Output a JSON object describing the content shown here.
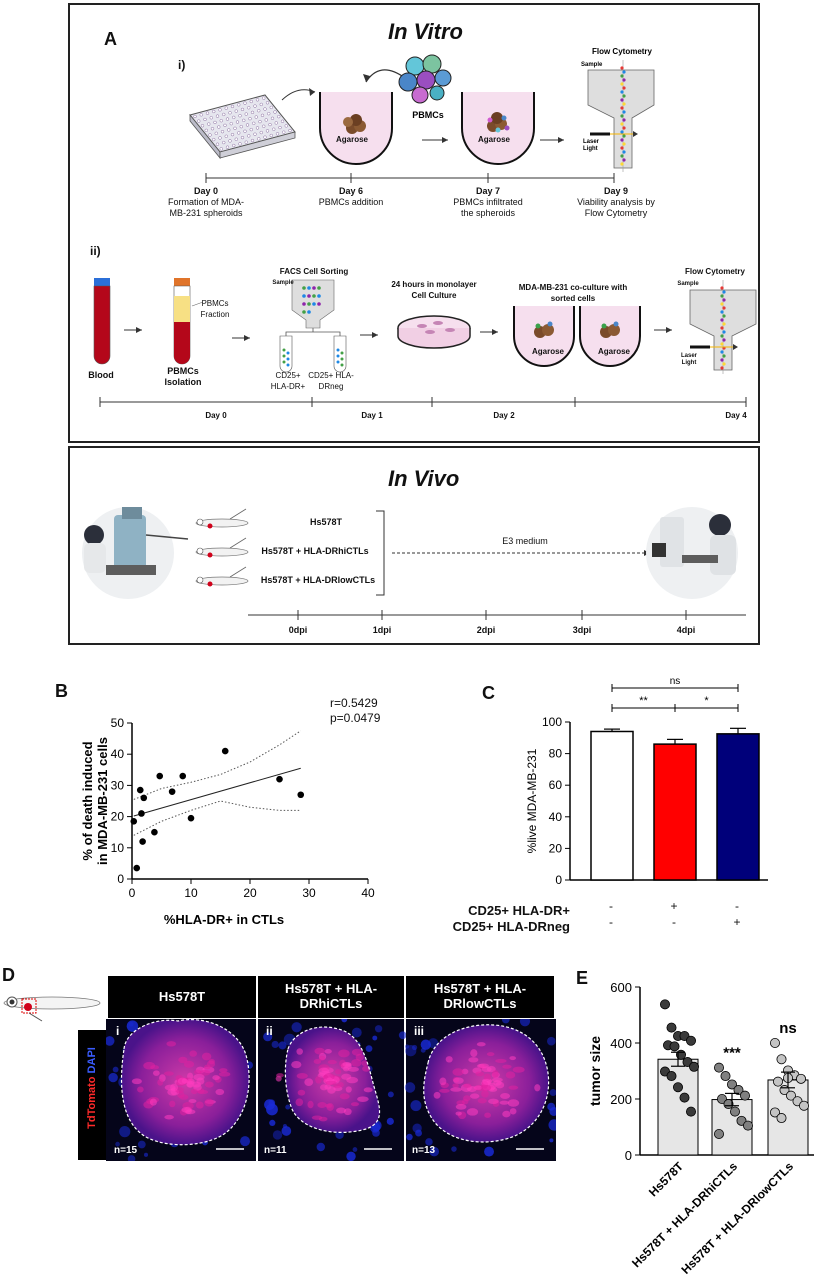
{
  "panelA": {
    "letter": "A",
    "in_vitro_title": "In Vitro",
    "row_i_label": "i)",
    "row_ii_label": "ii)",
    "pbmcs_label": "PBMCs",
    "agarose": "Agarose",
    "flow_cytometry": "Flow Cytometry",
    "sample": "Sample",
    "laser": "Laser",
    "light": "Light",
    "timeline_i": [
      {
        "day": "Day 0",
        "desc": "Formation of MDA-MB-231 spheroids"
      },
      {
        "day": "Day 6",
        "desc": "PBMCs addition"
      },
      {
        "day": "Day 7",
        "desc": "PBMCs infiltrated the spheroids"
      },
      {
        "day": "Day 9",
        "desc": "Viability analysis by Flow Cytometry"
      }
    ],
    "blood": "Blood",
    "pbmcs_isolation": "PBMCs Isolation",
    "pbmcs_fraction": "PBMCs Fraction",
    "facs": "FACS Cell Sorting",
    "tube1": "CD25+ HLA-DR+",
    "tube2": "CD25+ HLA-DRneg",
    "monolayer": "24 hours in monolayer Cell Culture",
    "coculture": "MDA-MB-231 co-culture with sorted cells",
    "timeline_ii": [
      "Day 0",
      "Day 1",
      "Day 2",
      "Day 4"
    ],
    "in_vivo_title": "In Vivo",
    "groups": [
      "Hs578T",
      "Hs578T + HLA-DRhiCTLs",
      "Hs578T + HLA-DRlowCTLs"
    ],
    "e3": "E3 medium",
    "dpi": [
      "0dpi",
      "1dpi",
      "2dpi",
      "3dpi",
      "4dpi"
    ]
  },
  "panelB": {
    "letter": "B",
    "stats": [
      "r=0.5429",
      "p=0.0479"
    ],
    "chart_data": {
      "type": "scatter",
      "xlabel": "%HLA-DR+ in CTLs",
      "ylabel": [
        "% of death induced",
        "in MDA-MB-231 cells"
      ],
      "xlim": [
        0,
        40
      ],
      "ylim": [
        0,
        50
      ],
      "xticks": [
        0,
        10,
        20,
        30,
        40
      ],
      "yticks": [
        0,
        10,
        20,
        30,
        40,
        50
      ],
      "points": [
        [
          0.3,
          18.5
        ],
        [
          0.8,
          3.5
        ],
        [
          1.4,
          28.5
        ],
        [
          1.6,
          21
        ],
        [
          1.8,
          12
        ],
        [
          2.0,
          26
        ],
        [
          3.8,
          15
        ],
        [
          4.7,
          33
        ],
        [
          6.8,
          28
        ],
        [
          8.6,
          33
        ],
        [
          10,
          19.5
        ],
        [
          15.8,
          41
        ],
        [
          25,
          32
        ],
        [
          28.6,
          27
        ]
      ],
      "fit": [
        [
          0.3,
          20.2
        ],
        [
          28.6,
          35.5
        ]
      ],
      "ci_upper": [
        [
          0.3,
          25.5
        ],
        [
          5,
          29
        ],
        [
          10,
          31
        ],
        [
          15,
          33.5
        ],
        [
          20,
          37.5
        ],
        [
          25,
          43
        ],
        [
          28.6,
          47.5
        ]
      ],
      "ci_lower": [
        [
          0.3,
          14
        ],
        [
          5,
          18.5
        ],
        [
          10,
          22
        ],
        [
          15,
          25
        ],
        [
          20,
          23
        ],
        [
          25,
          22
        ],
        [
          28.6,
          22
        ]
      ]
    }
  },
  "panelC": {
    "letter": "C",
    "chart_data": {
      "type": "bar",
      "ylabel": "%live MDA-MB-231",
      "ylim": [
        0,
        100
      ],
      "yticks": [
        0,
        20,
        40,
        60,
        80,
        100
      ],
      "values": [
        94,
        86,
        92.5
      ],
      "errors": [
        1.5,
        3,
        3.5
      ],
      "colors": [
        "#ffffff",
        "#ff0000",
        "#00007a"
      ],
      "row_labels": [
        "CD25+ HLA-DR+",
        "CD25+ HLA-DRneg"
      ],
      "row1": [
        "-",
        "+",
        "-"
      ],
      "row2": [
        "-",
        "-",
        "+"
      ],
      "significance": [
        {
          "pair": [
            0,
            2
          ],
          "label": "ns"
        },
        {
          "pair": [
            0,
            1
          ],
          "label": "**"
        },
        {
          "pair": [
            1,
            2
          ],
          "label": "*"
        }
      ]
    }
  },
  "panelD": {
    "letter": "D",
    "stain_red": "TdTomato",
    "stain_blue": "DAPI",
    "images": [
      {
        "title": "Hs578T",
        "roman": "i",
        "n": "n=15"
      },
      {
        "title": "Hs578T + HLA-DRhiCTLs",
        "roman": "ii",
        "n": "n=11"
      },
      {
        "title": "Hs578T + HLA-DRlowCTLs",
        "roman": "iii",
        "n": "n=13"
      }
    ]
  },
  "panelE": {
    "letter": "E",
    "chart_data": {
      "type": "bar",
      "ylabel": "tumor size",
      "ylim": [
        0,
        600
      ],
      "yticks": [
        0,
        200,
        400,
        600
      ],
      "categories": [
        "Hs578T",
        "Hs578T + HLA-DRhiCTLs",
        "Hs578T + HLA-DRlowCTLs"
      ],
      "means": [
        342,
        198,
        268
      ],
      "sem": [
        25,
        22,
        28
      ],
      "significance": [
        "",
        "***",
        "ns"
      ],
      "point_colors": [
        "#3a3a3a",
        "#808080",
        "#c4c4c4"
      ],
      "points": [
        [
          538,
          455,
          425,
          425,
          408,
          392,
          388,
          358,
          332,
          315,
          298,
          282,
          242,
          205,
          155
        ],
        [
          312,
          282,
          252,
          232,
          212,
          200,
          182,
          155,
          122,
          105,
          75
        ],
        [
          400,
          342,
          302,
          285,
          272,
          262,
          232,
          212,
          192,
          176,
          152,
          132,
          275
        ]
      ]
    }
  }
}
